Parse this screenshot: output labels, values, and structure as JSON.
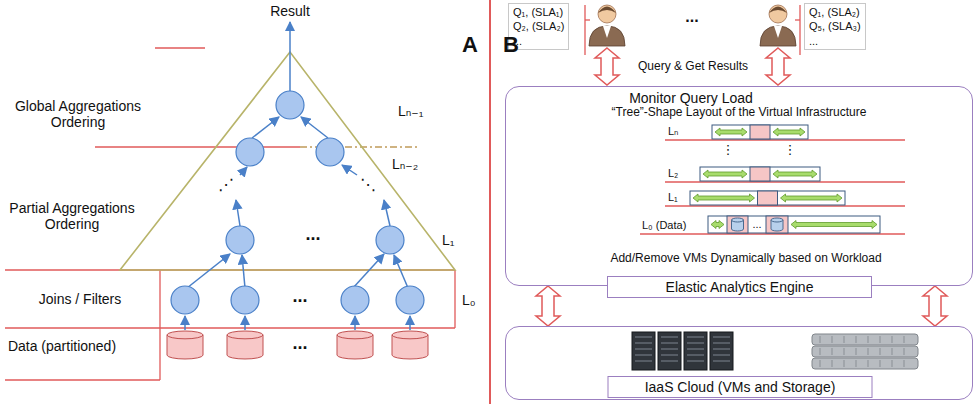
{
  "diagram": {
    "nodes": [
      {
        "text": [
          "Q₁, (SLA₁)",
          "Q₂, (SLA₂)",
          "..."
        ]
      },
      {
        "text": [
          "Q₁, (SLA₂)",
          "Q₅, (SLA₃)",
          "..."
        ]
      },
      {
        "text": [
          "Monitor Query Load",
          "“Tree”-Shape Layout of the Virtual Infrastructure",
          "Add/Remove VMs Dynamically based on Workload"
        ]
      },
      {
        "text": [
          "Elastic Analytics Engine"
        ],
        "in": 2
      },
      {
        "text": [
          "IaaS Cloud (VMs and Storage)"
        ]
      }
    ],
    "edges": [
      {
        "from": 2,
        "to": 4,
        "arrow": "both"
      },
      {
        "from": 2,
        "to": 4,
        "arrow": "both"
      }
    ],
    "labels": [
      "A",
      "Result",
      "Global Aggregations Ordering",
      "Lₙ₋₁",
      "Lₙ₋₂",
      "⋰",
      "⋱",
      "Partial Aggregations Ordering",
      "...",
      "L₁",
      "Joins / Filters",
      "...",
      "L₀",
      "Data (partitioned)",
      "...",
      "B",
      "...",
      "Query & Get Results",
      "Lₙ",
      "⋮",
      "⋮",
      "L₂",
      "L₁",
      "L₀ (Data)",
      "..."
    ]
  }
}
